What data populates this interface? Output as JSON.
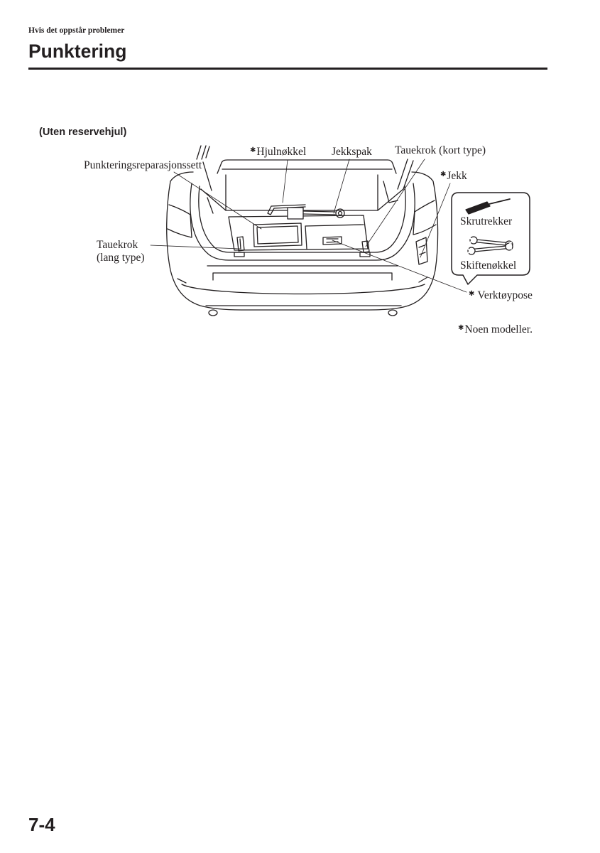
{
  "header": {
    "section": "Hvis det oppstår problemer",
    "title": "Punktering"
  },
  "figure": {
    "heading": "(Uten reservehjul)",
    "labels": {
      "wheel_wrench": {
        "mark": "✱",
        "text": "Hjulnøkkel"
      },
      "jack_handle": {
        "text": "Jekkspak"
      },
      "tow_hook_short": {
        "text": "Tauekrok (kort type)"
      },
      "repair_kit": {
        "text": "Punkteringsreparasjonssett"
      },
      "jack": {
        "mark": "✱",
        "text": "Jekk"
      },
      "screwdriver": {
        "text": "Skrutrekker"
      },
      "spanner": {
        "text": "Skiftenøkkel"
      },
      "tow_hook_long": {
        "line1": "Tauekrok",
        "line2": "(lang type)"
      },
      "tool_bag": {
        "mark": "✱",
        "text": "Verktøypose"
      }
    },
    "footnote": {
      "mark": "✱",
      "text": "Noen modeller."
    },
    "icons": [
      "car-trunk-illustration",
      "screwdriver-icon",
      "spanner-icon"
    ]
  },
  "footer": {
    "page_number": "7-4"
  },
  "colors": {
    "text": "#231f20",
    "background": "#ffffff"
  }
}
